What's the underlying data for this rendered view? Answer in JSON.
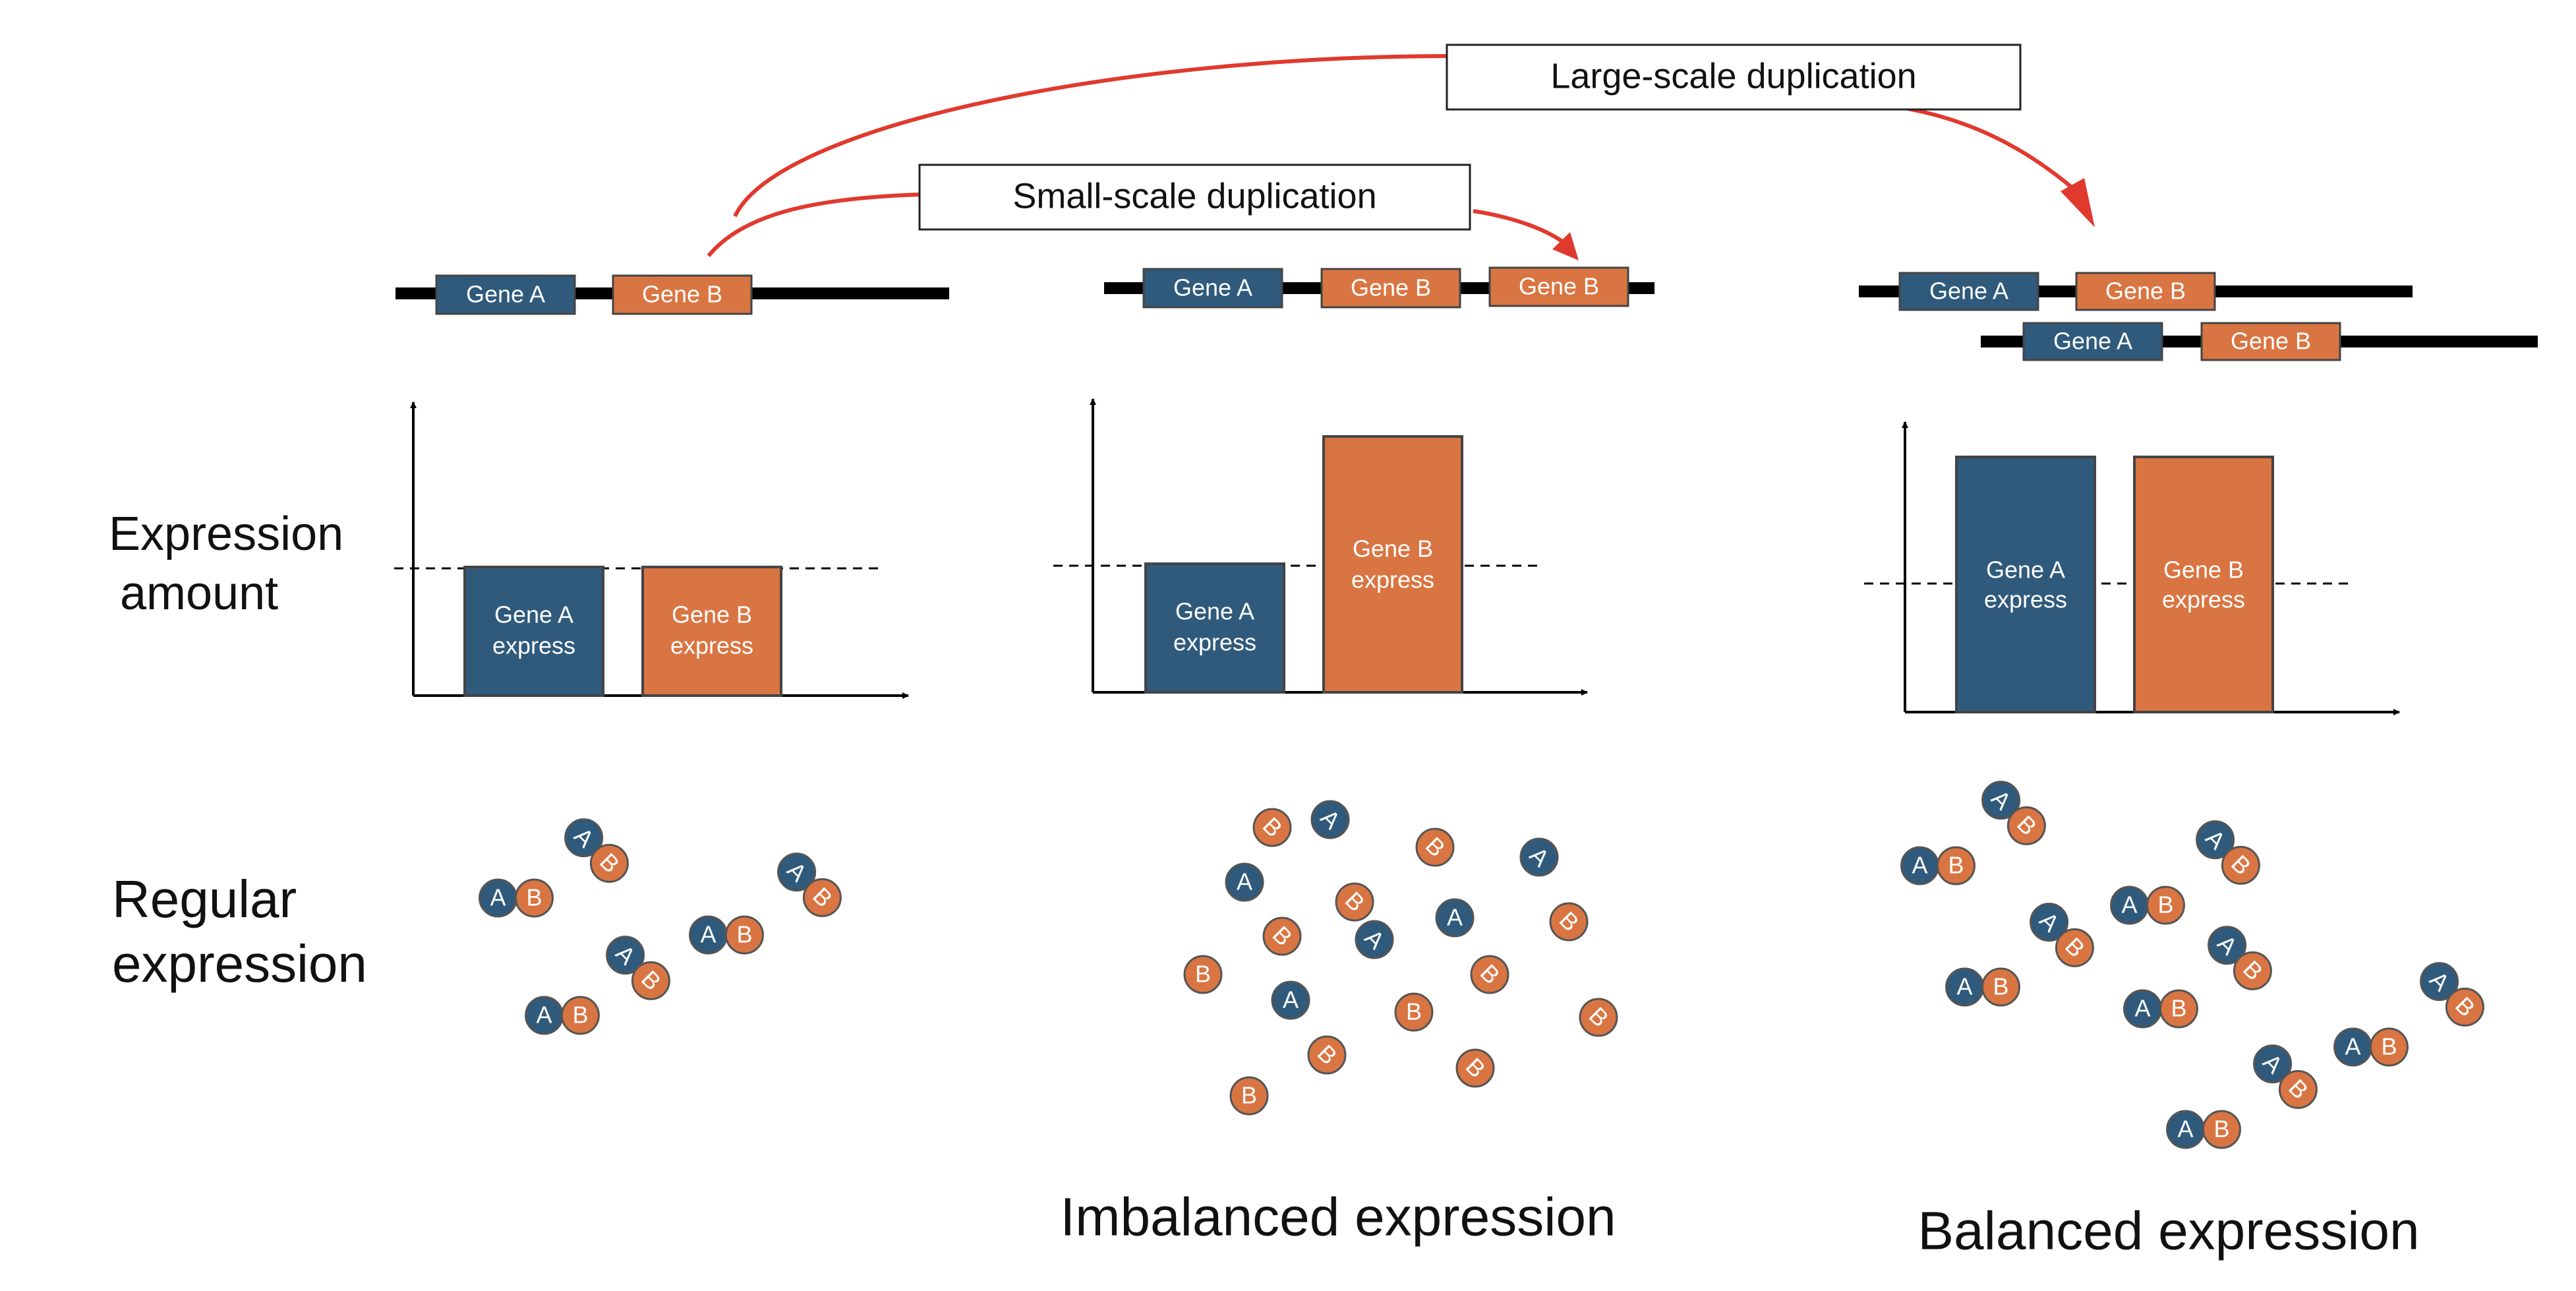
{
  "colors": {
    "blue": "#2f5a7c",
    "orange": "#d97542",
    "red_arrow": "#e03a2e",
    "line": "#000000"
  },
  "labels": {
    "large_dup": "Large-scale duplication",
    "small_dup": "Small-scale duplication",
    "expression_amount_1": "Expression",
    "expression_amount_2": "amount",
    "regular_1": "Regular",
    "regular_2": "expression",
    "imbalanced": "Imbalanced expression",
    "balanced": "Balanced expression"
  },
  "genes": {
    "a": "Gene A",
    "b": "Gene B",
    "express": "express",
    "letter_a": "A",
    "letter_b": "B"
  }
}
